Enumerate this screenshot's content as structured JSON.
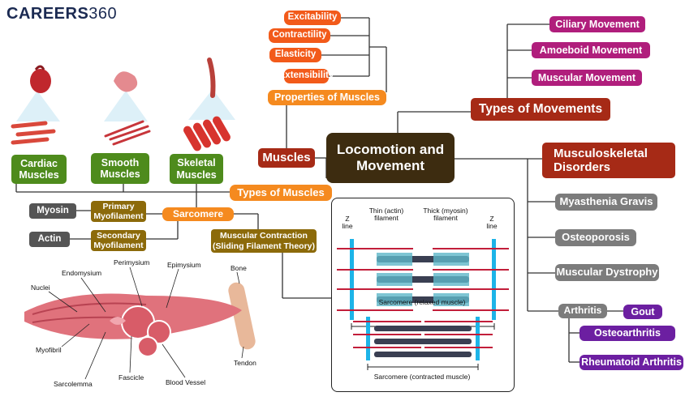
{
  "brand": {
    "name_bold": "CAREERS",
    "name_light": "360"
  },
  "center": {
    "title_line1": "Locomotion and",
    "title_line2": "Movement"
  },
  "properties": {
    "heading": "Properties of Muscles",
    "items": [
      "Excitability",
      "Contractility",
      "Elasticity",
      "Extensibility"
    ]
  },
  "muscles": {
    "label": "Muscles"
  },
  "types_of_muscles": {
    "heading": "Types of Muscles",
    "cardiac": "Cardiac Muscles",
    "smooth": "Smooth Muscles",
    "skeletal": "Skeletal Muscles"
  },
  "types_of_movements": {
    "heading": "Types of Movements",
    "items": [
      "Ciliary Movement",
      "Amoeboid Movement",
      "Muscular Movement"
    ]
  },
  "disorders": {
    "heading_line1": "Musculoskeletal",
    "heading_line2": "Disorders",
    "items": [
      "Myasthenia Gravis",
      "Osteoporosis",
      "Muscular Dystrophy"
    ],
    "arthritis": "Arthritis",
    "arthritis_types": [
      "Gout",
      "Osteoarthritis",
      "Rheumatoid Arthritis"
    ]
  },
  "sarcomere": {
    "label": "Sarcomere",
    "primary_line1": "Primary",
    "primary_line2": "Myofilament",
    "secondary_line1": "Secondary",
    "secondary_line2": "Myofilament",
    "myosin": "Myosin",
    "actin": "Actin",
    "contraction_line1": "Muscular Contraction",
    "contraction_line2": "(Sliding Filament Theory)"
  },
  "sarcomere_panel": {
    "z_line": "Z",
    "z_line2": "line",
    "thin_line1": "Thin (actin)",
    "thin_line2": "filament",
    "thick_line1": "Thick (myosin)",
    "thick_line2": "filament",
    "relaxed": "Sarcomere (relaxed muscle)",
    "contracted": "Sarcomere (contracted muscle)"
  },
  "anatomy_labels": {
    "nuclei": "Nuclei",
    "endomysium": "Endomysium",
    "perimysium": "Perimysium",
    "epimysium": "Epimysium",
    "bone": "Bone",
    "myofibril": "Myofibril",
    "sarcolemma": "Sarcolemma",
    "fascicle": "Fascicle",
    "blood_vessel": "Blood Vessel",
    "tendon": "Tendon"
  },
  "colors": {
    "orange": "#f25a1a",
    "magenta": "#b01e7c",
    "dark_red": "#a62a16",
    "center_brown": "#3d2c10",
    "green": "#4e8b1c",
    "gray": "#7c7c7c",
    "olive": "#8c6a0a",
    "purple": "#6c1fa1"
  }
}
